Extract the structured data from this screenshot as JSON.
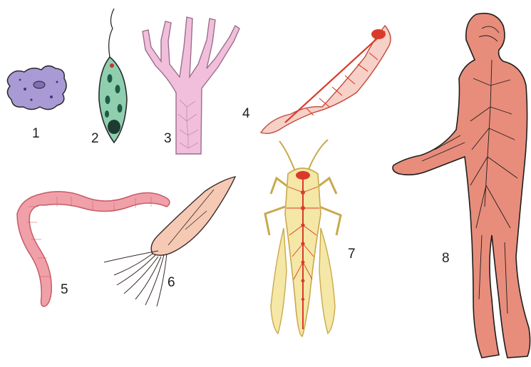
{
  "figure": {
    "labels": {
      "amoeba": "1",
      "euglena": "2",
      "hydra": "3",
      "fish": "4",
      "worm": "5",
      "squid": "6",
      "insect": "7",
      "human": "8"
    }
  },
  "colors": {
    "amoeba_fill": "#a99ad6",
    "euglena_fill": "#8fcfb0",
    "hydra_fill": "#f1bfdc",
    "fish_fill": "#f7d0c8",
    "nerve_red": "#d93a2a",
    "worm_fill": "#f0a0a8",
    "squid_fill": "#f6c9b4",
    "insect_fill": "#f5e7a6",
    "human_fill": "#e88d7b",
    "ink": "#2a2a2a"
  }
}
